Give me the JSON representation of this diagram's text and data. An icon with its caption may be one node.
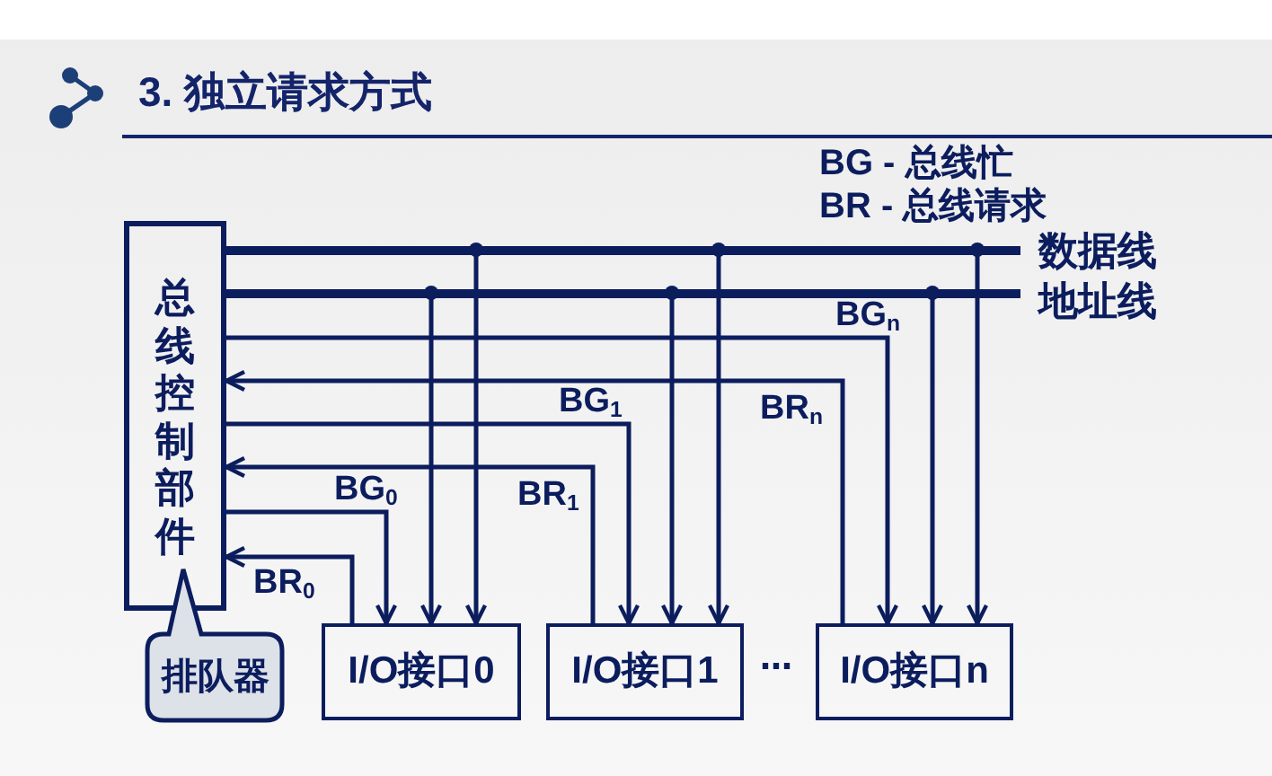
{
  "diagram": {
    "title": "3. 独立请求方式",
    "nodes": [
      {
        "text": [
          "总线控制部件"
        ]
      },
      {
        "text": [],
        "shape": "line",
        "beside": [
          "数据线"
        ]
      },
      {
        "text": [],
        "shape": "line",
        "beside": [
          "地址线"
        ]
      },
      {
        "text": [
          "排队器"
        ]
      },
      {
        "text": [
          "I/O接口0"
        ]
      },
      {
        "text": [
          "I/O接口1"
        ]
      },
      {
        "text": [
          "I/O接口n"
        ]
      }
    ],
    "edges": [
      {
        "from": 0,
        "to": 6,
        "arrow": "to",
        "label": "BG$_{n}$"
      },
      {
        "from": 6,
        "to": 0,
        "arrow": "to",
        "label": "BR$_{n}$"
      },
      {
        "from": 0,
        "to": 5,
        "arrow": "to",
        "label": "BG$_{1}$"
      },
      {
        "from": 5,
        "to": 0,
        "arrow": "to",
        "label": "BR$_{1}$"
      },
      {
        "from": 0,
        "to": 4,
        "arrow": "to",
        "label": "BG$_{0}$"
      },
      {
        "from": 4,
        "to": 0,
        "arrow": "to",
        "label": "BR$_{0}$"
      },
      {
        "from": 1,
        "to": 4,
        "arrow": "to"
      },
      {
        "from": 2,
        "to": 4,
        "arrow": "to"
      },
      {
        "from": 1,
        "to": 5,
        "arrow": "to"
      },
      {
        "from": 2,
        "to": 5,
        "arrow": "to"
      },
      {
        "from": 1,
        "to": 6,
        "arrow": "to"
      },
      {
        "from": 2,
        "to": 6,
        "arrow": "to"
      }
    ],
    "labels": [
      "BG - 总线忙",
      "BR - 总线请求",
      "⋯"
    ]
  }
}
